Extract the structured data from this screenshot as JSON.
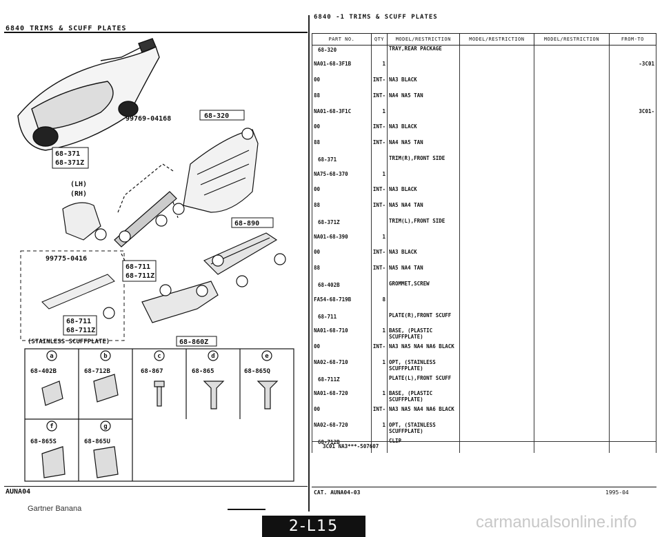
{
  "left_page": {
    "title": "6840    TRIMS & SCUFF PLATES",
    "catalog": "AUNA04",
    "diagram": {
      "callouts": {
        "c1": "68-320",
        "c2a": "68-371",
        "c2b": "68-371Z",
        "c3": "99769-04168",
        "c4": "68-890",
        "c5": "99775-0416",
        "c6a": "68-711",
        "c6b": "68-711Z",
        "c7a": "68-711",
        "c7b": "68-711Z",
        "c8": "68-860Z",
        "lh": "(LH)",
        "rh": "(RH)",
        "stainless": "(STAINLESS SCUFFPLATE)"
      },
      "letters": [
        "a",
        "b",
        "c",
        "d",
        "e",
        "f",
        "g"
      ],
      "fastener_parts": [
        "68-402B",
        "68-712B",
        "68-867",
        "68-865",
        "68-865Q"
      ],
      "fastener_parts_row2": [
        "68-865S",
        "68-865U"
      ]
    }
  },
  "right_page": {
    "title": "6840  -1     TRIMS & SCUFF PLATES",
    "headers": [
      "PART NO.",
      "QTY",
      "MODEL/RESTRICTION",
      "MODEL/RESTRICTION",
      "MODEL/RESTRICTION",
      "FROM-TO"
    ],
    "rows": [
      {
        "part": "68-320",
        "qty": "",
        "m1": "TRAY,REAR PACKAGE",
        "m2": "",
        "m3": "",
        "from": "",
        "ref": true
      },
      {
        "part": "NA01-68-3F1B",
        "qty": "1",
        "m1": "",
        "m2": "",
        "m3": "",
        "from": "-3C01",
        "ref": false
      },
      {
        "part": "00",
        "qty": "INT-",
        "m1": "NA3 BLACK",
        "m2": "",
        "m3": "",
        "from": "",
        "ref": false
      },
      {
        "part": "88",
        "qty": "INT-",
        "m1": "NA4 NA5 TAN",
        "m2": "",
        "m3": "",
        "from": "",
        "ref": false
      },
      {
        "part": "NA01-68-3F1C",
        "qty": "1",
        "m1": "",
        "m2": "",
        "m3": "",
        "from": "3C01-",
        "ref": false
      },
      {
        "part": "00",
        "qty": "INT-",
        "m1": "NA3 BLACK",
        "m2": "",
        "m3": "",
        "from": "",
        "ref": false
      },
      {
        "part": "88",
        "qty": "INT-",
        "m1": "NA4 NA5 TAN",
        "m2": "",
        "m3": "",
        "from": "",
        "ref": false
      },
      {
        "part": "68-371",
        "qty": "",
        "m1": "TRIM(R),FRONT SIDE",
        "m2": "",
        "m3": "",
        "from": "",
        "ref": true
      },
      {
        "part": "NA75-68-370",
        "qty": "1",
        "m1": "",
        "m2": "",
        "m3": "",
        "from": "",
        "ref": false
      },
      {
        "part": "00",
        "qty": "INT-",
        "m1": "NA3 BLACK",
        "m2": "",
        "m3": "",
        "from": "",
        "ref": false
      },
      {
        "part": "88",
        "qty": "INT-",
        "m1": "NA5 NA4 TAN",
        "m2": "",
        "m3": "",
        "from": "",
        "ref": false
      },
      {
        "part": "68-371Z",
        "qty": "",
        "m1": "TRIM(L),FRONT SIDE",
        "m2": "",
        "m3": "",
        "from": "",
        "ref": true
      },
      {
        "part": "NA01-68-390",
        "qty": "1",
        "m1": "",
        "m2": "",
        "m3": "",
        "from": "",
        "ref": false
      },
      {
        "part": "00",
        "qty": "INT-",
        "m1": "NA3 BLACK",
        "m2": "",
        "m3": "",
        "from": "",
        "ref": false
      },
      {
        "part": "88",
        "qty": "INT-",
        "m1": "NA5 NA4 TAN",
        "m2": "",
        "m3": "",
        "from": "",
        "ref": false
      },
      {
        "part": "68-402B",
        "qty": "",
        "m1": "GROMMET,SCREW",
        "m2": "",
        "m3": "",
        "from": "",
        "ref": true
      },
      {
        "part": "FA54-68-719B",
        "qty": "8",
        "m1": "",
        "m2": "",
        "m3": "",
        "from": "",
        "ref": false
      },
      {
        "part": "68-711",
        "qty": "",
        "m1": "PLATE(R),FRONT SCUFF",
        "m2": "",
        "m3": "",
        "from": "",
        "ref": true
      },
      {
        "part": "NA01-68-710",
        "qty": "1",
        "m1": "BASE, (PLASTIC SCUFFPLATE)",
        "m2": "",
        "m3": "",
        "from": "",
        "ref": false
      },
      {
        "part": "00",
        "qty": "INT-",
        "m1": "NA3 NA5 NA4 NA6 BLACK",
        "m2": "",
        "m3": "",
        "from": "",
        "ref": false
      },
      {
        "part": "NA02-68-710",
        "qty": "1",
        "m1": "OPT, (STAINLESS SCUFFPLATE)",
        "m2": "",
        "m3": "",
        "from": "",
        "ref": false
      },
      {
        "part": "68-711Z",
        "qty": "",
        "m1": "PLATE(L),FRONT SCUFF",
        "m2": "",
        "m3": "",
        "from": "",
        "ref": true
      },
      {
        "part": "NA01-68-720",
        "qty": "1",
        "m1": "BASE, (PLASTIC SCUFFPLATE)",
        "m2": "",
        "m3": "",
        "from": "",
        "ref": false
      },
      {
        "part": "00",
        "qty": "INT-",
        "m1": "NA3 NA5 NA4 NA6 BLACK",
        "m2": "",
        "m3": "",
        "from": "",
        "ref": false
      },
      {
        "part": "NA02-68-720",
        "qty": "1",
        "m1": "OPT, (STAINLESS SCUFFPLATE)",
        "m2": "",
        "m3": "",
        "from": "",
        "ref": false
      },
      {
        "part": "68-712B",
        "qty": "",
        "m1": "CLIP",
        "m2": "",
        "m3": "",
        "from": "",
        "ref": true
      }
    ],
    "footnote": "3C01 NA3***-507607",
    "catalog": "CAT. AUNA04-03",
    "date": "1995-04"
  },
  "page_tab": "2-L15",
  "copyright": "Gartner Banana",
  "watermark": "carmanualsonline.info"
}
